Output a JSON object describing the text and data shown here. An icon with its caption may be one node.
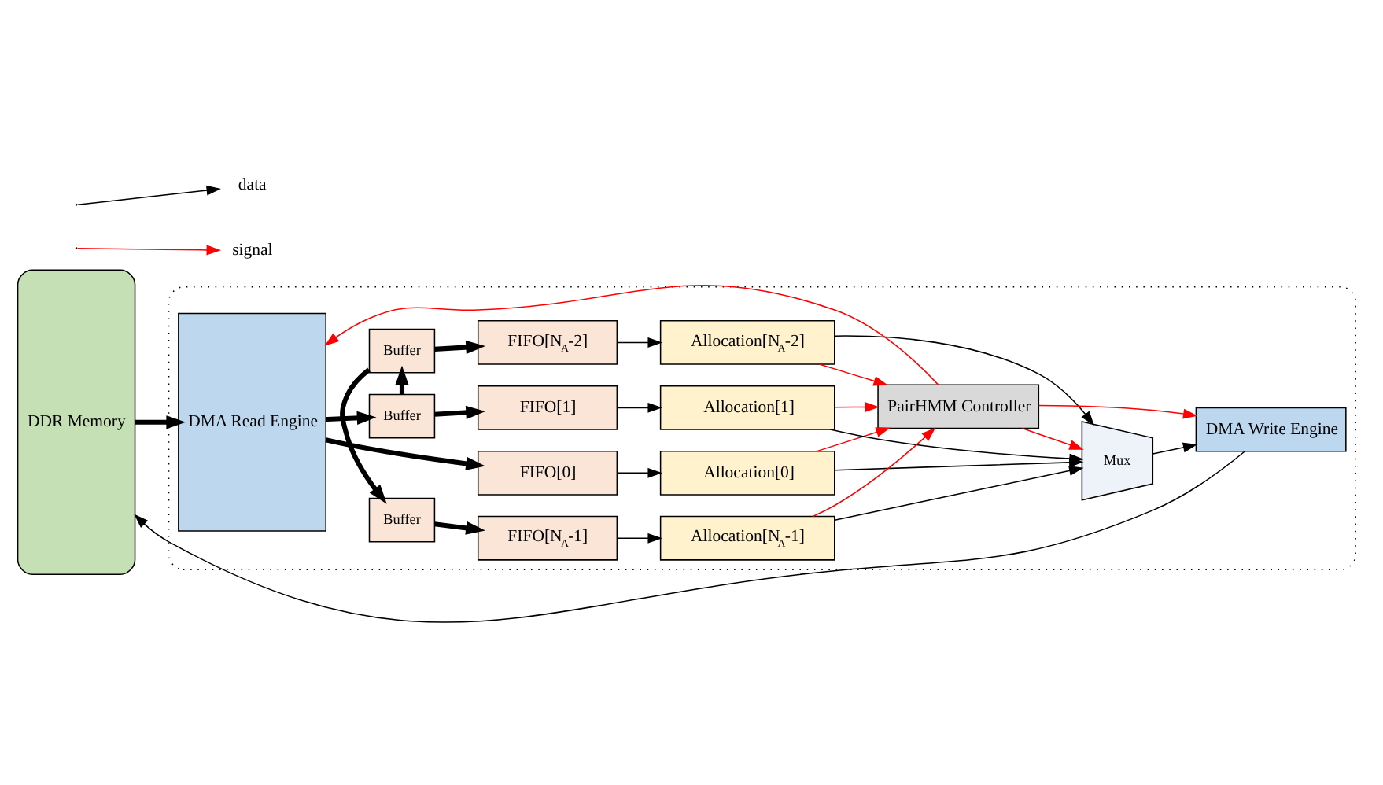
{
  "diagram": {
    "nodes": [
      {
        "text": [
          "DDR Memory"
        ]
      },
      {
        "text": [],
        "shape": "box"
      },
      {
        "text": [
          "DMA Read Engine"
        ],
        "in": 1
      },
      {
        "text": [
          "FIFO[0]"
        ],
        "in": 1
      },
      {
        "text": [
          "Buffer"
        ],
        "in": 1
      },
      {
        "text": [
          "FIFO[1]"
        ],
        "in": 1
      },
      {
        "text": [
          "Buffer"
        ],
        "in": 1
      },
      {
        "text": [
          "FIFO[N$_{A}$-2]"
        ],
        "in": 1
      },
      {
        "text": [
          "Buffer"
        ],
        "in": 1
      },
      {
        "text": [
          "FIFO[N$_{A}$-1]"
        ],
        "in": 1
      },
      {
        "text": [
          "Allocation[0]"
        ],
        "in": 1
      },
      {
        "text": [
          "Allocation[1]"
        ],
        "in": 1
      },
      {
        "text": [
          "Allocation[N$_{A}$-2]"
        ],
        "in": 1
      },
      {
        "text": [
          "Allocation[N$_{A}$-1]"
        ],
        "in": 1
      },
      {
        "text": [
          "PairHMM Controller"
        ],
        "in": 1
      },
      {
        "text": [
          "Mux"
        ],
        "in": 1
      },
      {
        "text": [
          "DMA Write Engine"
        ],
        "in": 1
      }
    ],
    "edges": [
      {
        "from": 0,
        "to": 2,
        "arrow": "to",
        "style": "thick"
      },
      {
        "from": 2,
        "to": 3,
        "arrow": "to",
        "style": "thick"
      },
      {
        "from": 2,
        "to": 4,
        "arrow": "to",
        "style": "thick"
      },
      {
        "from": 4,
        "to": 5,
        "arrow": "to",
        "style": "thick"
      },
      {
        "from": 4,
        "to": 6,
        "arrow": "to",
        "style": "thick"
      },
      {
        "from": 6,
        "to": 7,
        "arrow": "to",
        "style": "thick"
      },
      {
        "from": 6,
        "to": 8,
        "arrow": "to",
        "style": "thick"
      },
      {
        "from": 8,
        "to": 9,
        "arrow": "to",
        "style": "thick"
      },
      {
        "from": 3,
        "to": 10,
        "arrow": "to"
      },
      {
        "from": 5,
        "to": 11,
        "arrow": "to"
      },
      {
        "from": 7,
        "to": 12,
        "arrow": "to"
      },
      {
        "from": 9,
        "to": 13,
        "arrow": "to"
      },
      {
        "from": 10,
        "to": 15,
        "arrow": "to"
      },
      {
        "from": 11,
        "to": 15,
        "arrow": "to"
      },
      {
        "from": 12,
        "to": 15,
        "arrow": "to"
      },
      {
        "from": 13,
        "to": 15,
        "arrow": "to"
      },
      {
        "from": 10,
        "to": 14,
        "arrow": "to",
        "color": "#ff0000"
      },
      {
        "from": 11,
        "to": 14,
        "arrow": "to",
        "color": "#ff0000"
      },
      {
        "from": 12,
        "to": 14,
        "arrow": "to",
        "color": "#ff0000"
      },
      {
        "from": 13,
        "to": 14,
        "arrow": "to",
        "color": "#ff0000"
      },
      {
        "from": 14,
        "to": 2,
        "arrow": "to",
        "color": "#ff0000"
      },
      {
        "from": 14,
        "to": 16,
        "arrow": "to",
        "color": "#ff0000"
      },
      {
        "from": 14,
        "to": 15,
        "arrow": "to",
        "color": "#ff0000"
      },
      {
        "from": 15,
        "to": 16,
        "arrow": "to"
      },
      {
        "from": 16,
        "to": 0,
        "arrow": "to"
      }
    ],
    "legend": [
      {
        "text": "data"
      },
      {
        "text": "signal"
      }
    ]
  }
}
